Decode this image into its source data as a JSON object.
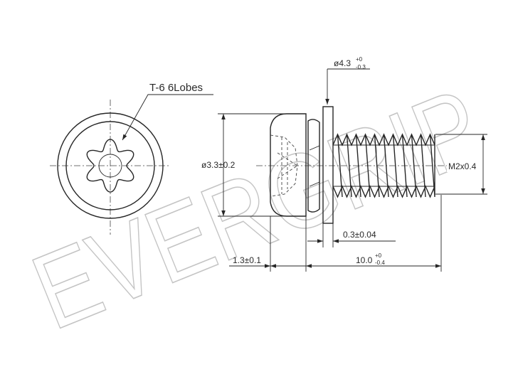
{
  "watermark": {
    "text": "EVERGRIP",
    "color": "#c4c4c4"
  },
  "labels": {
    "drive": "T-6 6Lobes",
    "washer_diameter_base": "ø4.3",
    "washer_diameter_upper": "+0",
    "washer_diameter_lower": "-0.3",
    "head_diameter": "ø3.3±0.2",
    "thread_size": "M2x0.4",
    "washer_thickness": "0.3±0.04",
    "head_height": "1.3±0.1",
    "length_base": "10.0",
    "length_upper": "+0",
    "length_lower": "-0.4"
  },
  "colors": {
    "line": "#262626",
    "background": "#ffffff"
  }
}
